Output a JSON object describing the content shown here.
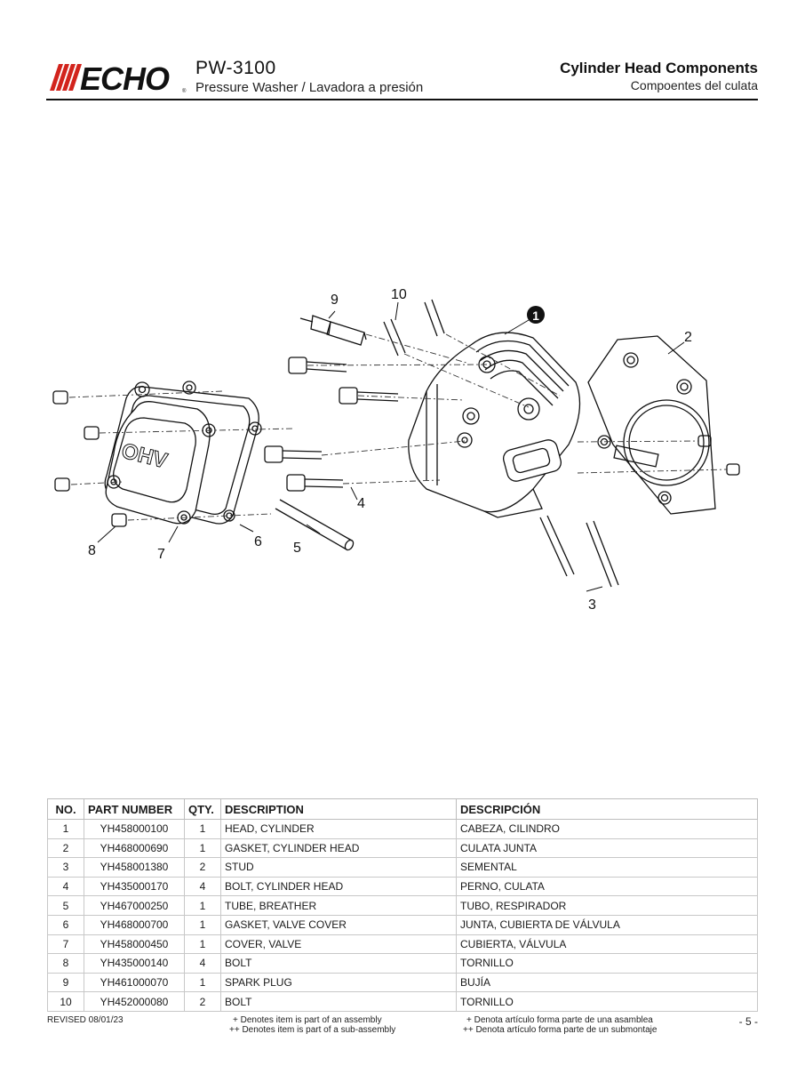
{
  "brand": "ECHO",
  "header": {
    "model": "PW-3100",
    "subtitle": "Pressure Washer / Lavadora a presión",
    "section_title": "Cylinder Head Components",
    "section_subtitle": "Compoentes del culata"
  },
  "diagram": {
    "callouts": [
      "1",
      "2",
      "3",
      "4",
      "5",
      "6",
      "7",
      "8",
      "9",
      "10"
    ],
    "cover_text": "OHV"
  },
  "table": {
    "headers": [
      "NO.",
      "PART NUMBER",
      "QTY.",
      "DESCRIPTION",
      "DESCRIPCIÓN"
    ],
    "rows": [
      [
        "1",
        "YH458000100",
        "1",
        "HEAD, CYLINDER",
        "CABEZA, CILINDRO"
      ],
      [
        "2",
        "YH468000690",
        "1",
        "GASKET, CYLINDER HEAD",
        "CULATA JUNTA"
      ],
      [
        "3",
        "YH458001380",
        "2",
        "STUD",
        "SEMENTAL"
      ],
      [
        "4",
        "YH435000170",
        "4",
        "BOLT, CYLINDER HEAD",
        "PERNO, CULATA"
      ],
      [
        "5",
        "YH467000250",
        "1",
        "TUBE, BREATHER",
        "TUBO, RESPIRADOR"
      ],
      [
        "6",
        "YH468000700",
        "1",
        "GASKET, VALVE COVER",
        "JUNTA, CUBIERTA DE VÁLVULA"
      ],
      [
        "7",
        "YH458000450",
        "1",
        "COVER, VALVE",
        "CUBIERTA, VÁLVULA"
      ],
      [
        "8",
        "YH435000140",
        "4",
        "BOLT",
        "TORNILLO"
      ],
      [
        "9",
        "YH461000070",
        "1",
        "SPARK PLUG",
        "BUJÍA"
      ],
      [
        "10",
        "YH452000080",
        "2",
        "BOLT",
        "TORNILLO"
      ]
    ]
  },
  "footer": {
    "revised": "REVISED 08/01/23",
    "note_en_1": "+ Denotes item is part of an assembly",
    "note_en_2": "++ Denotes item is part of a sub-assembly",
    "note_es_1": "+ Denota artículo forma parte de una asamblea",
    "note_es_2": "++ Denota artículo forma parte de un submontaje",
    "page": "- 5 -"
  }
}
